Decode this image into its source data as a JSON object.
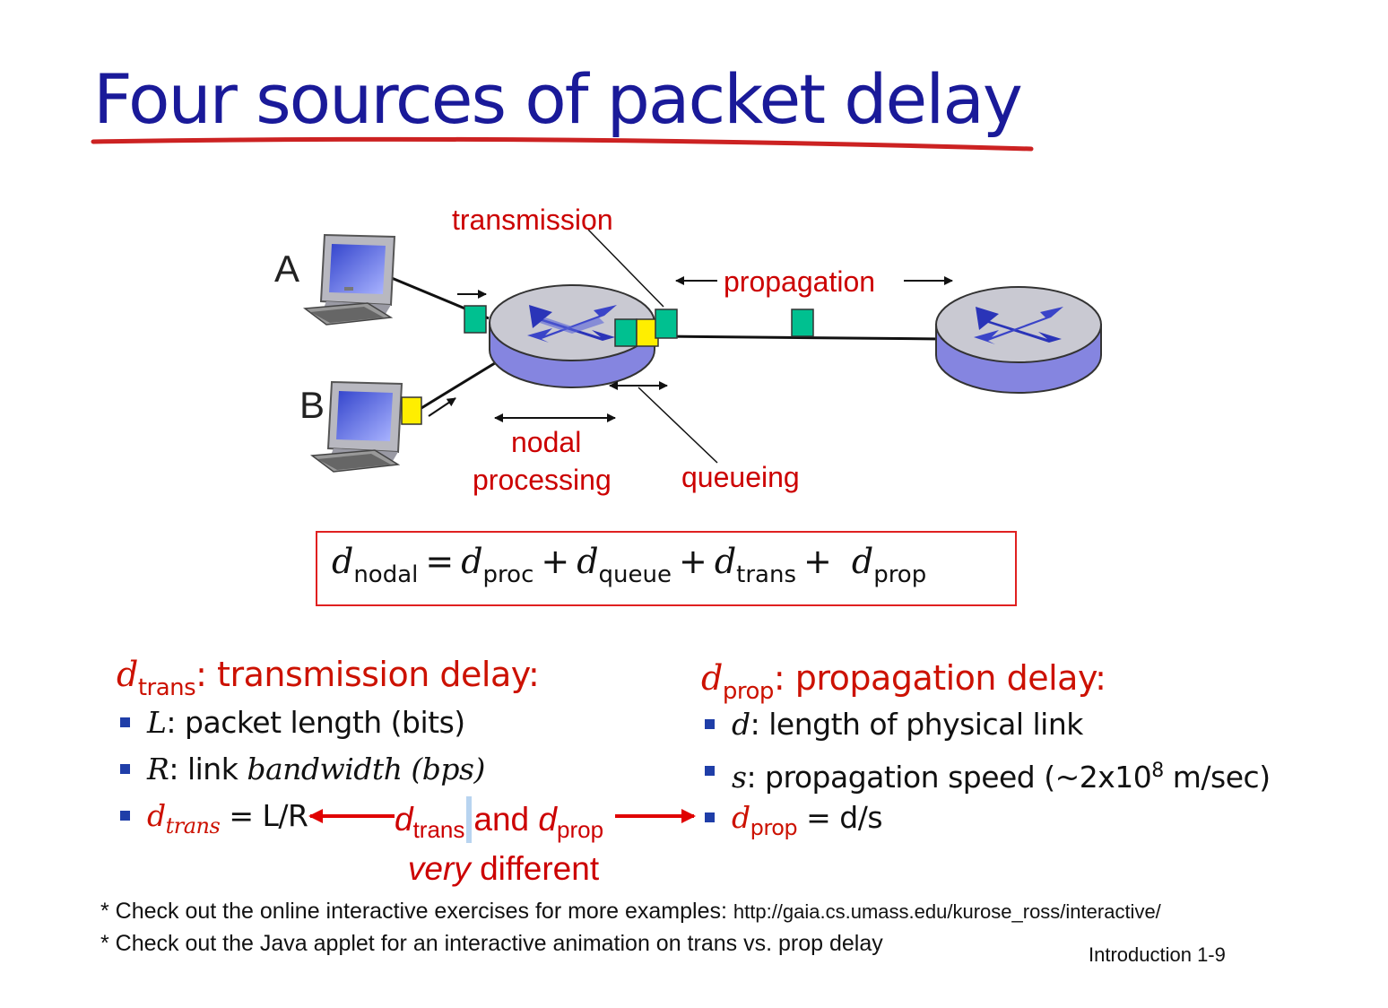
{
  "title": "Four sources of packet delay",
  "diagram": {
    "host_a": "A",
    "host_b": "B",
    "label_transmission": "transmission",
    "label_propagation": "propagation",
    "label_nodal_line1": "nodal",
    "label_nodal_line2": "processing",
    "label_queueing": "queueing"
  },
  "formula": {
    "lhs_var": "d",
    "lhs_sub": "nodal",
    "eq": "=",
    "plus": "+",
    "terms": [
      {
        "var": "d",
        "sub": "proc"
      },
      {
        "var": "d",
        "sub": "queue"
      },
      {
        "var": "d",
        "sub": "trans"
      },
      {
        "var": "d",
        "sub": "prop"
      }
    ]
  },
  "trans_section": {
    "title_var": "d",
    "title_sub": "trans",
    "title_text": ": transmission delay:",
    "bullets": [
      {
        "var": "L",
        "text": ": packet length (bits)"
      },
      {
        "var": "R",
        "text": ": link ",
        "italic_text": "bandwidth (bps)"
      },
      {
        "var": "d",
        "sub": "trans",
        "text": " = L/R"
      }
    ]
  },
  "prop_section": {
    "title_var": "d",
    "title_sub": "prop",
    "title_text": ": propagation delay:",
    "bullets": [
      {
        "var": "d",
        "text": ": length of physical link"
      },
      {
        "var": "s",
        "text": ": propagation speed (~2x10",
        "sup": "8",
        "text2": " m/sec)"
      },
      {
        "var": "d",
        "sub": "prop",
        "text": " = d/s"
      }
    ]
  },
  "middle_note": {
    "d1": "d",
    "d1_sub": "trans",
    "and": "and",
    "d2": "d",
    "d2_sub": "prop",
    "line2_italic": "very",
    "line2_rest": " different"
  },
  "footnotes": {
    "line1": "* Check out the online interactive exercises for more examples: ",
    "line1_url": "http://gaia.cs.umass.edu/kurose_ross/interactive/",
    "line2": "* Check out the Java applet for an interactive animation on trans vs. prop delay"
  },
  "slide_number": "Introduction 1-9",
  "colors": {
    "title": "#1a1a99",
    "accent_red": "#cc0000",
    "router_fill": "#8a8ae6",
    "router_top": "#c8c8d0",
    "packet_teal": "#00c090",
    "packet_yellow": "#ffee00",
    "bullet": "#1f3ea8"
  }
}
